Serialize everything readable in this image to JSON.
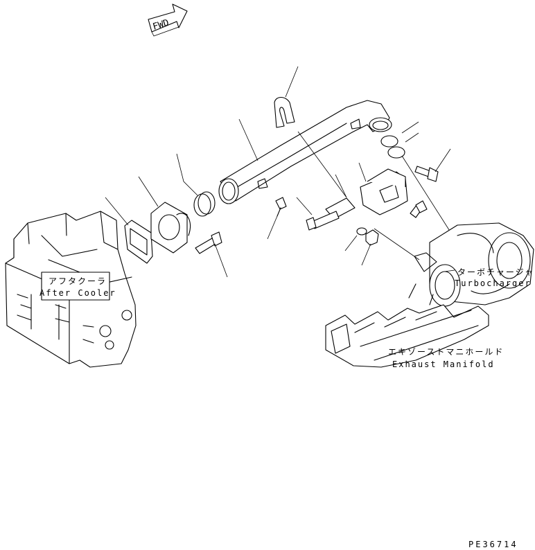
{
  "fwd_label": "FWD",
  "labels": {
    "after_cooler_jp": "アフタクーラ",
    "after_cooler_en": "After Cooler",
    "turbocharger_jp": "ターボチャージャ",
    "turbocharger_en": "Turbocharger",
    "exhaust_manifold_jp": "エキゾーストマニホールド",
    "exhaust_manifold_en": "Exhaust Manifold"
  },
  "drawing_code": "PE36714"
}
